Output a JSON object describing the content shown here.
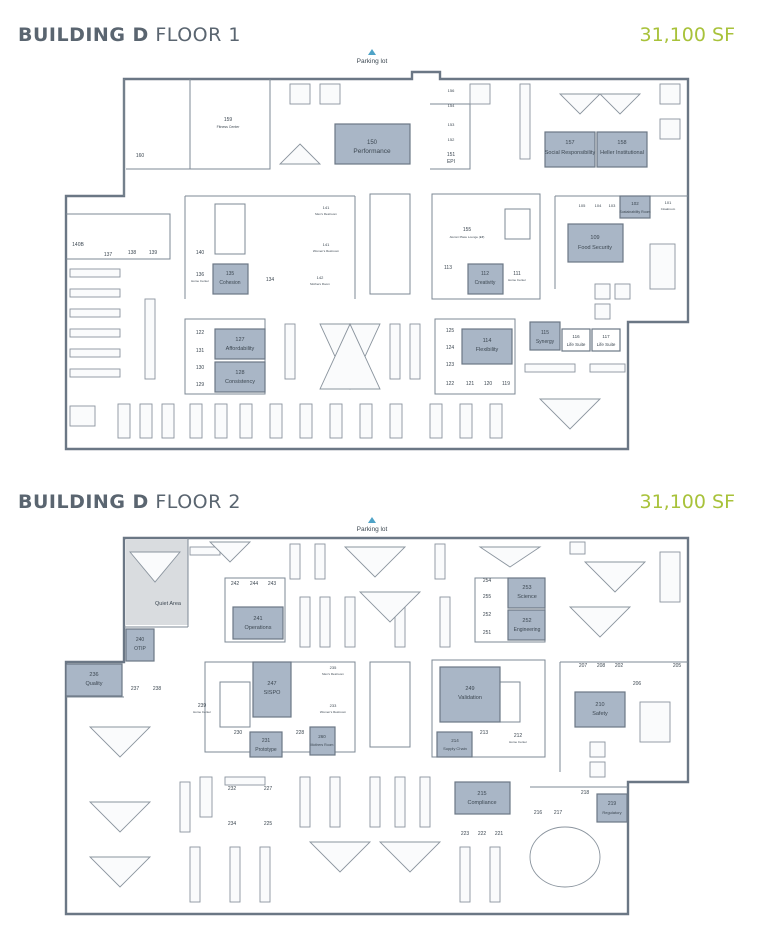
{
  "floor1": {
    "building": "BUILDING D",
    "floor": "FLOOR 1",
    "area": "31,100 SF",
    "parking": "Parking lot",
    "conference_rooms": [
      {
        "num": "150",
        "name": "Performance"
      },
      {
        "num": "157",
        "name": "Social Responsibility"
      },
      {
        "num": "158",
        "name": "Heller Institutional"
      },
      {
        "num": "102",
        "name": "Sustainability Room"
      },
      {
        "num": "109",
        "name": "Food Security"
      },
      {
        "num": "135",
        "name": "Cohesion"
      },
      {
        "num": "112",
        "name": "Creativity"
      },
      {
        "num": "127",
        "name": "Affordability"
      },
      {
        "num": "128",
        "name": "Consistency"
      },
      {
        "num": "114",
        "name": "Flexibility"
      },
      {
        "num": "115",
        "name": "Synergy"
      },
      {
        "num": "116",
        "name": "Life Suite"
      },
      {
        "num": "117",
        "name": "Life Suite"
      }
    ],
    "rooms": [
      {
        "num": "159",
        "sub": "Fitness Center"
      },
      {
        "num": "160",
        "sub": ""
      },
      {
        "num": "151",
        "sub": "EPI"
      },
      {
        "num": "152",
        "sub": ""
      },
      {
        "num": "153",
        "sub": ""
      },
      {
        "num": "154",
        "sub": ""
      },
      {
        "num": "156",
        "sub": ""
      },
      {
        "num": "141",
        "sub": "Men's Restroom"
      },
      {
        "num": "141",
        "sub": "Women's Restroom"
      },
      {
        "num": "142",
        "sub": "Mothers Room"
      },
      {
        "num": "155",
        "sub": "Alumni Place Lounge (Eff)"
      },
      {
        "num": "140B",
        "sub": ""
      },
      {
        "num": "137",
        "sub": ""
      },
      {
        "num": "138",
        "sub": ""
      },
      {
        "num": "139",
        "sub": ""
      },
      {
        "num": "140",
        "sub": ""
      },
      {
        "num": "136",
        "sub": "Home Center"
      },
      {
        "num": "134",
        "sub": ""
      },
      {
        "num": "113",
        "sub": ""
      },
      {
        "num": "111",
        "sub": "Home Center"
      },
      {
        "num": "105",
        "sub": ""
      },
      {
        "num": "104",
        "sub": ""
      },
      {
        "num": "103",
        "sub": ""
      },
      {
        "num": "101",
        "sub": "Cloakroom"
      },
      {
        "num": "122",
        "sub": ""
      },
      {
        "num": "131",
        "sub": ""
      },
      {
        "num": "130",
        "sub": ""
      },
      {
        "num": "129",
        "sub": ""
      },
      {
        "num": "125",
        "sub": ""
      },
      {
        "num": "124",
        "sub": ""
      },
      {
        "num": "123",
        "sub": ""
      },
      {
        "num": "122",
        "sub": ""
      },
      {
        "num": "121",
        "sub": ""
      },
      {
        "num": "120",
        "sub": ""
      },
      {
        "num": "119",
        "sub": ""
      }
    ]
  },
  "floor2": {
    "building": "BUILDING D",
    "floor": "FLOOR 2",
    "area": "31,100 SF",
    "parking": "Parking lot",
    "quiet_area": "Quiet Area",
    "conference_rooms": [
      {
        "num": "241",
        "name": "Operations"
      },
      {
        "num": "253",
        "name": "Science"
      },
      {
        "num": "252",
        "name": "Engineering"
      },
      {
        "num": "240",
        "name": "OTIP"
      },
      {
        "num": "236",
        "name": "Quality"
      },
      {
        "num": "247",
        "name": "SISPO"
      },
      {
        "num": "231",
        "name": "Prototype"
      },
      {
        "num": "260",
        "name": "Mothers Room"
      },
      {
        "num": "249",
        "name": "Validation"
      },
      {
        "num": "214",
        "name": "Supply Chain"
      },
      {
        "num": "210",
        "name": "Safety"
      },
      {
        "num": "215",
        "name": "Compliance"
      },
      {
        "num": "219",
        "name": "Regulatory"
      }
    ],
    "rooms": [
      {
        "num": "242",
        "sub": ""
      },
      {
        "num": "244",
        "sub": ""
      },
      {
        "num": "243",
        "sub": ""
      },
      {
        "num": "254",
        "sub": ""
      },
      {
        "num": "255",
        "sub": ""
      },
      {
        "num": "251",
        "sub": ""
      },
      {
        "num": "252",
        "sub": ""
      },
      {
        "num": "237",
        "sub": ""
      },
      {
        "num": "238",
        "sub": ""
      },
      {
        "num": "239",
        "sub": "Home Center"
      },
      {
        "num": "235",
        "sub": "Men's Restroom"
      },
      {
        "num": "233",
        "sub": "Women's Restroom"
      },
      {
        "num": "230",
        "sub": ""
      },
      {
        "num": "228",
        "sub": ""
      },
      {
        "num": "213",
        "sub": ""
      },
      {
        "num": "212",
        "sub": "Home Center"
      },
      {
        "num": "207",
        "sub": ""
      },
      {
        "num": "208",
        "sub": ""
      },
      {
        "num": "202",
        "sub": ""
      },
      {
        "num": "205",
        "sub": ""
      },
      {
        "num": "206",
        "sub": ""
      },
      {
        "num": "232",
        "sub": ""
      },
      {
        "num": "227",
        "sub": ""
      },
      {
        "num": "234",
        "sub": ""
      },
      {
        "num": "225",
        "sub": ""
      },
      {
        "num": "223",
        "sub": ""
      },
      {
        "num": "222",
        "sub": ""
      },
      {
        "num": "221",
        "sub": ""
      },
      {
        "num": "218",
        "sub": ""
      },
      {
        "num": "216",
        "sub": ""
      },
      {
        "num": "217",
        "sub": ""
      }
    ]
  }
}
